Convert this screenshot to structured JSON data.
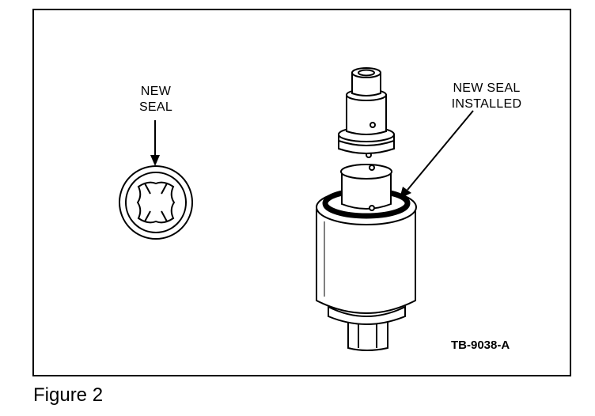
{
  "labels": {
    "new_seal_line1": "NEW",
    "new_seal_line2": "SEAL",
    "installed_line1": "NEW SEAL",
    "installed_line2": "INSTALLED"
  },
  "drawing_id": "TB-9038-A",
  "caption": "Figure 2"
}
